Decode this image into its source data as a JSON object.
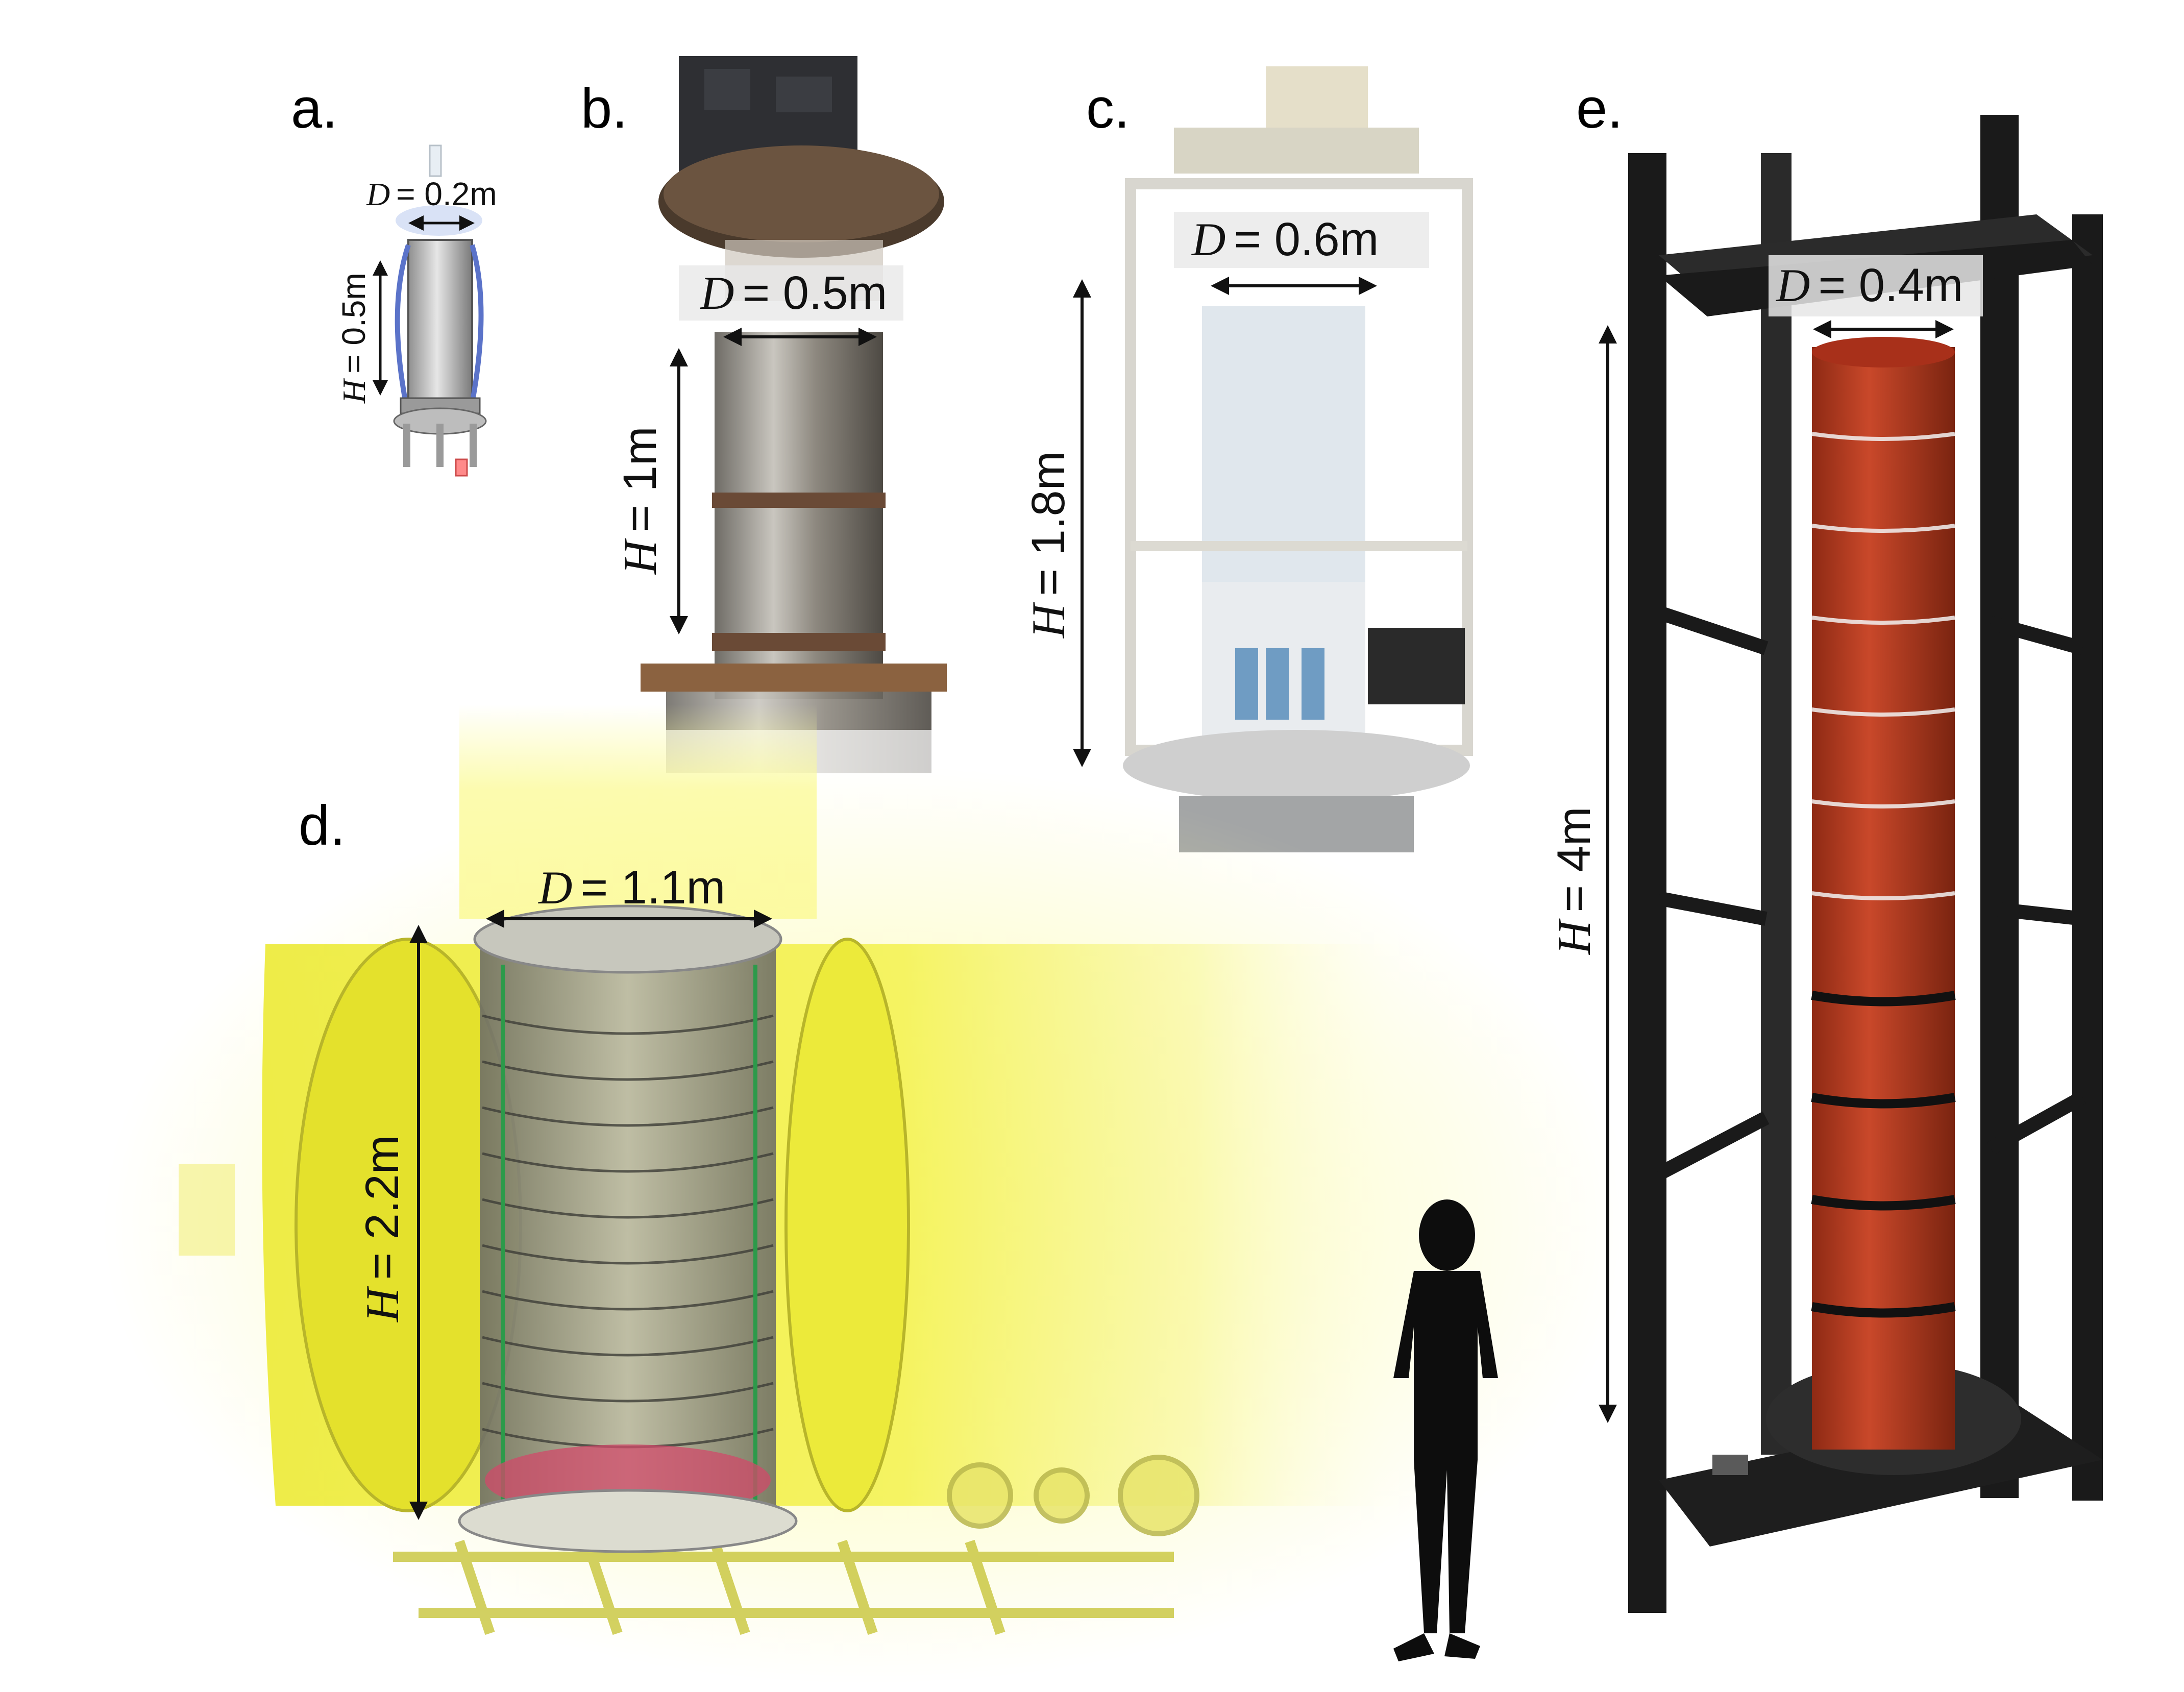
{
  "panels": {
    "a": {
      "letter": "a.",
      "diameter": "= 0.2m",
      "height": "= 0.5m",
      "d_sym": "D",
      "h_sym": "H"
    },
    "b": {
      "letter": "b.",
      "diameter": "= 0.5m",
      "height": "= 1m",
      "d_sym": "D",
      "h_sym": "H"
    },
    "c": {
      "letter": "c.",
      "diameter": "= 0.6m",
      "height": "= 1.8m",
      "d_sym": "D",
      "h_sym": "H"
    },
    "d": {
      "letter": "d.",
      "diameter": "= 1.1m",
      "height": "= 2.2m",
      "d_sym": "D",
      "h_sym": "H"
    },
    "e": {
      "letter": "e.",
      "diameter": "= 0.4m",
      "height": "= 4m",
      "d_sym": "D",
      "h_sym": "H"
    }
  },
  "colors": {
    "tank_yellow": "#f2ef3a",
    "copper_red": "#b3381f",
    "steel_gray": "#9a9a98",
    "frame_black": "#1a1a1a",
    "glow_yellow": "#fbfa9a",
    "label_box": "#e6e6e6"
  }
}
